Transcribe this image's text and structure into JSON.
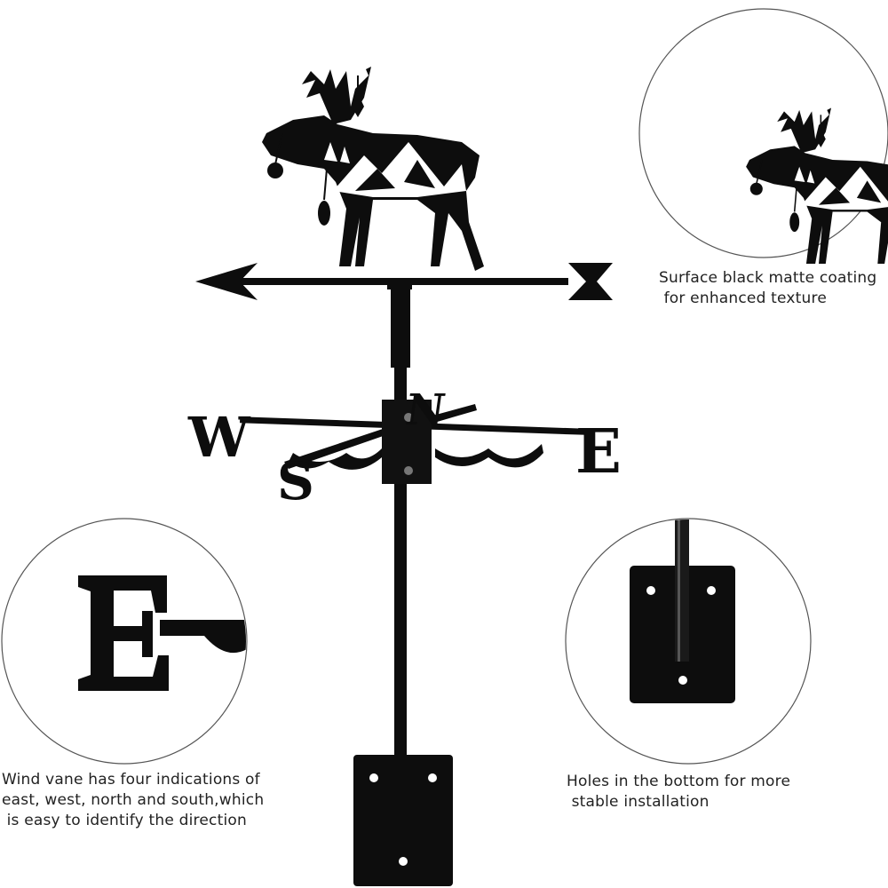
{
  "product": {
    "compass_letters": {
      "west": "W",
      "east": "E",
      "north": "N",
      "south": "S"
    },
    "colors": {
      "metal": "#0d0d0d",
      "background": "#ffffff",
      "circle_outline": "#555555"
    }
  },
  "callouts": {
    "coating": {
      "lines": [
        "Surface black matte coating",
        " for enhanced texture"
      ]
    },
    "directions": {
      "lines": [
        "Wind vane has four indications of",
        "east, west, north and south,which",
        " is easy to identify the direction"
      ]
    },
    "holes": {
      "lines": [
        "Holes in the bottom for more",
        " stable installation"
      ]
    }
  }
}
